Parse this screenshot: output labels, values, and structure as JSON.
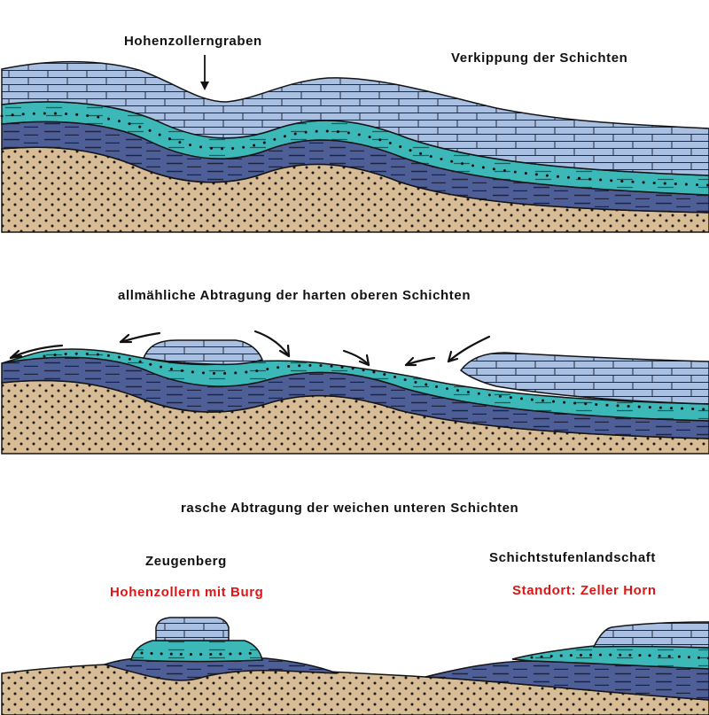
{
  "colors": {
    "background": "#ffffff",
    "sand": "#d8bc96",
    "dark_blue": "#4e5f98",
    "teal": "#3cb8b8",
    "light_blue": "#aac0e2",
    "outline": "#141414",
    "highlight_text": "#e01414"
  },
  "panel1": {
    "label_graben": "Hohenzollerngraben",
    "label_tilt": "Verkippung der Schichten"
  },
  "panel2": {
    "caption": "allmähliche Abtragung der harten oberen Schichten"
  },
  "panel3": {
    "caption": "rasche Abtragung der weichen unteren Schichten",
    "label_zeugenberg": "Zeugenberg",
    "label_hohenzollern": "Hohenzollern mit Burg",
    "label_landschaft": "Schichtstufenlandschaft",
    "label_standort": "Standort: Zeller Horn"
  },
  "icons": [
    "down-arrow-icon",
    "erosion-arrow-icon"
  ]
}
